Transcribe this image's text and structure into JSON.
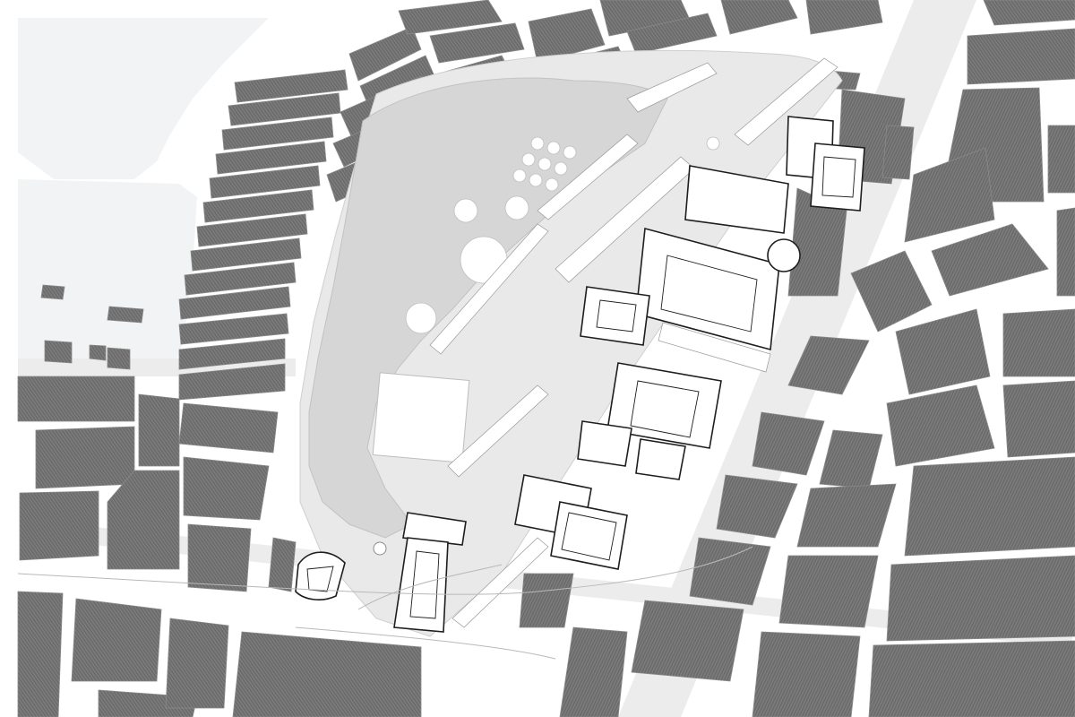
{
  "map": {
    "colors": {
      "background": "#ffffff",
      "river": "#f2f3f4",
      "road": "#ececec",
      "park": "#e6e6e6",
      "park_inner": "#d9d9d9",
      "building_fill": "#6f6f6f",
      "building_hatch": "#5a5a5a",
      "plan_line": "#1e1e1e"
    },
    "layers": [
      "river",
      "roads",
      "city-blocks",
      "park-plaza",
      "building-plans"
    ]
  }
}
